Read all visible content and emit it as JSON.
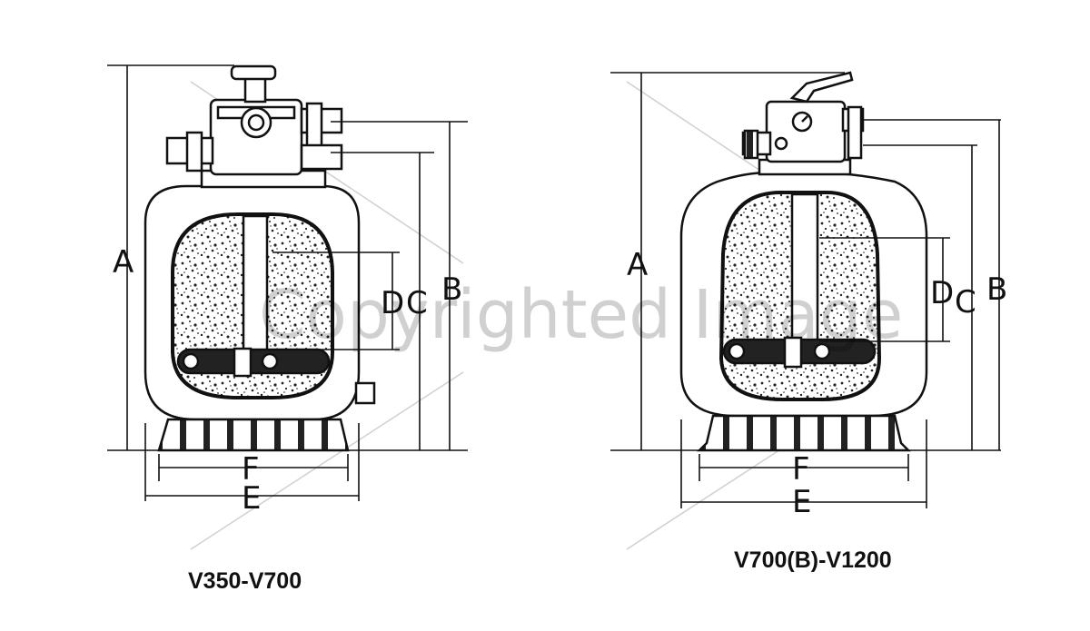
{
  "watermark": "Copyrighted Image",
  "colors": {
    "ink": "#111111",
    "media": "#222222",
    "watermark": "#bbbbbb"
  },
  "filters": [
    {
      "model": "V350-V700",
      "dims": {
        "A": "A",
        "B": "B",
        "C": "C",
        "D": "D",
        "E": "E",
        "F": "F"
      }
    },
    {
      "model": "V700(B)-V1200",
      "dims": {
        "A": "A",
        "B": "B",
        "C": "C",
        "D": "D",
        "E": "E",
        "F": "F"
      }
    }
  ]
}
